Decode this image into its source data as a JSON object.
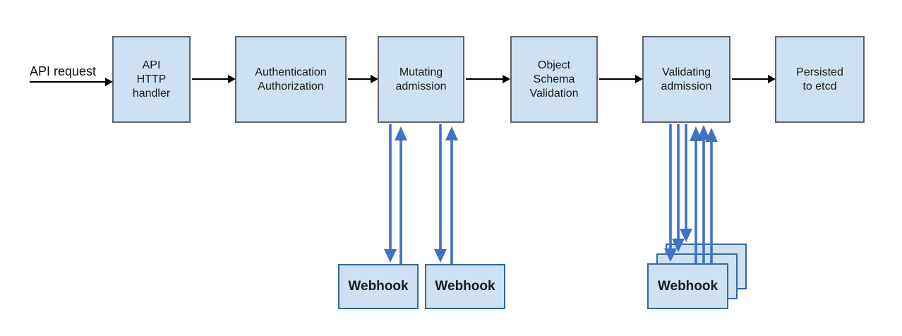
{
  "colors": {
    "box_fill": "#cde1f2",
    "stage_border": "#606468",
    "webhook_border": "#35689e",
    "arrow_blue": "#3e72c5",
    "arrow_black": "#000000"
  },
  "flow": {
    "input_label": "API request",
    "stages": [
      {
        "label": "API\nHTTP\nhandler"
      },
      {
        "label": "Authentication\nAuthorization"
      },
      {
        "label": "Mutating\nadmission"
      },
      {
        "label": "Object\nSchema\nValidation"
      },
      {
        "label": "Validating\nadmission"
      },
      {
        "label": "Persisted\nto etcd"
      }
    ],
    "mutating_webhooks": [
      {
        "label": "Webhook"
      },
      {
        "label": "Webhook"
      }
    ],
    "validating_webhooks": [
      {
        "label": "Webhook"
      },
      {
        "label": "Webhook"
      },
      {
        "label": "Webhook"
      }
    ]
  }
}
